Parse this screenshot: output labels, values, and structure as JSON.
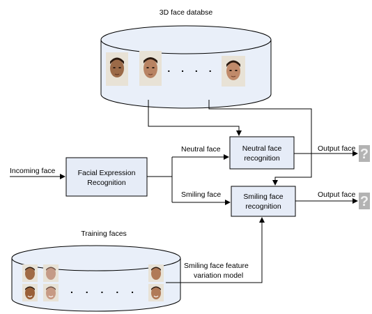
{
  "top_database": {
    "title": "3D face databse",
    "ellipsis": ". . . ."
  },
  "training_database": {
    "title": "Training faces",
    "ellipsis": ". . . . ."
  },
  "input": {
    "label": "Incoming face"
  },
  "boxes": {
    "fer": {
      "line1": "Facial Expression",
      "line2": "Recognition"
    },
    "neutral": {
      "line1": "Neutral face",
      "line2": "recognition"
    },
    "smiling": {
      "line1": "Smiling face",
      "line2": "recognition"
    }
  },
  "branch_labels": {
    "neutral": "Neutral face",
    "smiling": "Smiling face"
  },
  "outputs": {
    "neutral_label": "Output face",
    "smiling_label": "Output face",
    "unknown_glyph": "?"
  },
  "variation_model": {
    "line1": "Smiling face feature",
    "line2": "variation model"
  },
  "colors": {
    "box_fill": "#e6ecf7",
    "db_fill": "#e9eff9",
    "stroke": "#000000",
    "output_tile": "#b3b3b3",
    "face_bg": "#e8e2d6"
  }
}
